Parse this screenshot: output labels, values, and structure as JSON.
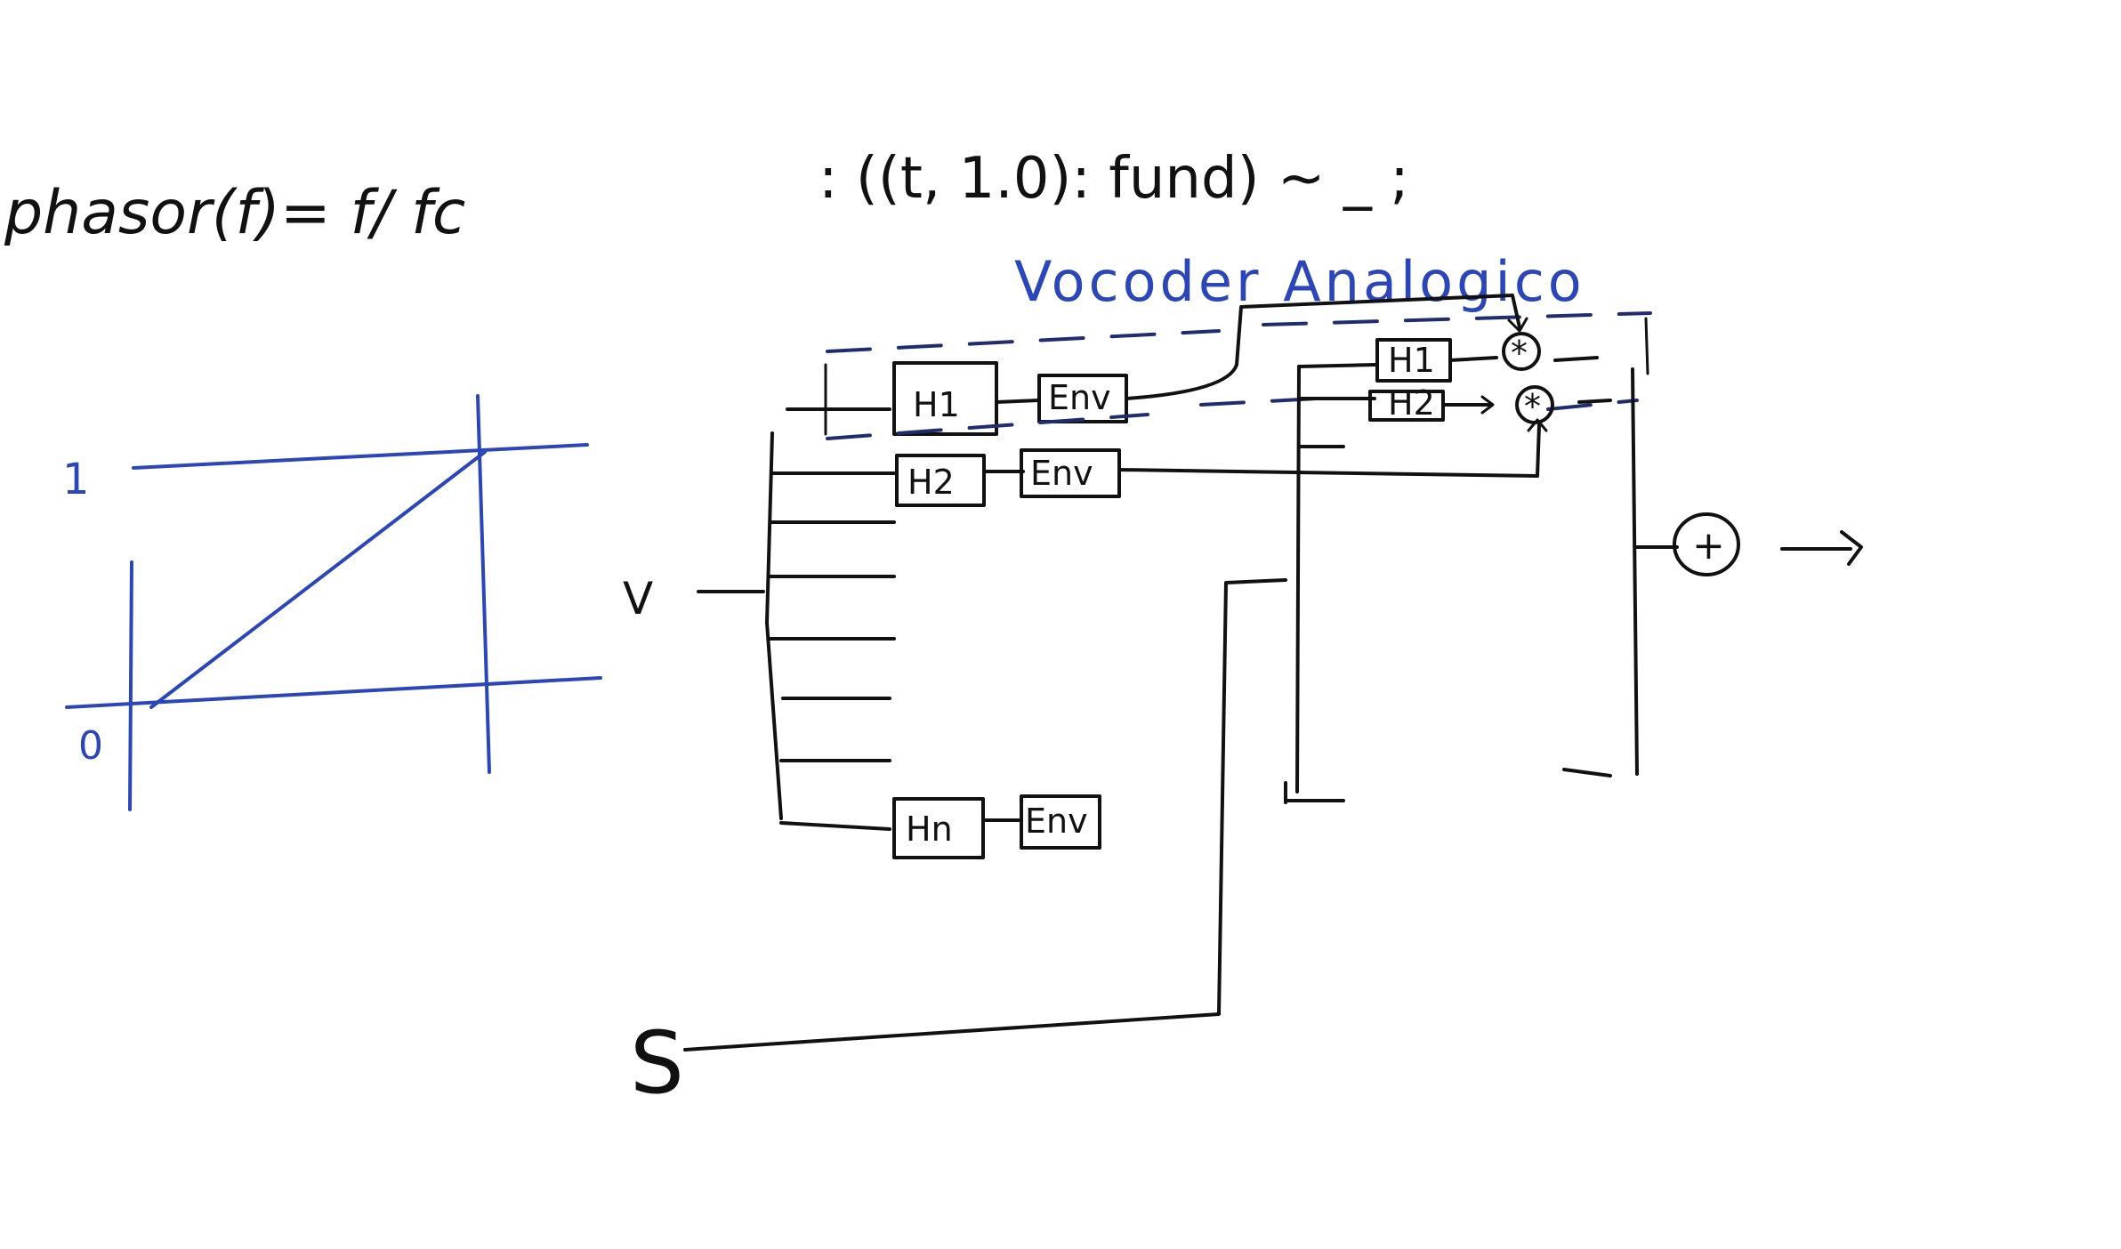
{
  "formula": "phasor(f)= f/ fc",
  "code": ": ((t, 1.0): fund) ~ _ ;",
  "diagram_title": "Vocoder Analogico",
  "graph": {
    "y_one": "1",
    "y_zero": "0"
  },
  "labels": {
    "v": "V",
    "s": "S",
    "sum": "+",
    "arrow": "→"
  },
  "analysis_bank": [
    {
      "filter": "H1",
      "env": "Env"
    },
    {
      "filter": "H2",
      "env": "Env"
    },
    {
      "filter": "Hn",
      "env": "Env"
    }
  ],
  "synthesis_bank": [
    {
      "filter": "H1",
      "op": "*"
    },
    {
      "filter": "H2",
      "op": "*"
    }
  ]
}
